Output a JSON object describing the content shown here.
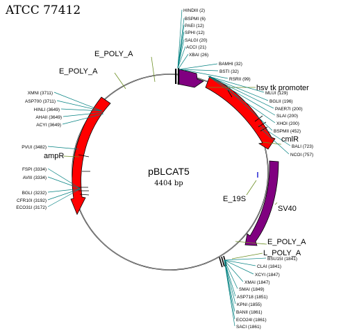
{
  "title": "ATCC 77412",
  "plasmid": {
    "name": "pBLCAT5",
    "size": "4404 bp"
  },
  "colors": {
    "backbone": "#b0b0b0",
    "red_feature": "#ff0000",
    "purple_feature": "#800080",
    "site_line": "#008080",
    "element_line": "#6b8e23",
    "blue_mark": "#0000cc"
  },
  "features": {
    "e_poly_a_top": "E_POLY_A",
    "e_poly_a_left": "E_POLY_A",
    "hsv_tk_promoter": "hsv tk promoter",
    "cmlr": "cmlR",
    "e_19s": "E_19S",
    "sv40": "SV40",
    "ampr": "ampR",
    "e_poly_a_lower": "E_POLY_A",
    "l_poly_a": "L_POLY_A"
  },
  "sites_top": [
    "HINDIII (2)",
    "BSPMI (6)",
    "PAEI (12)",
    "SPHI (12)",
    "SALGI (20)",
    "ACCI (21)",
    "XBAI (26)",
    "BAMHI (32)",
    "BSTI (32)",
    "RSRII (99)"
  ],
  "sites_right": [
    "MLUI (129)",
    "BGLII (196)",
    "PAER7I (200)",
    "SLAI (200)",
    "XHOI (200)",
    "BSPMII (452)",
    "BALI (723)",
    "NCOI (757)"
  ],
  "sites_bottom": [
    "BSU15I (1841)",
    "CLAI (1841)",
    "XCYI (1847)",
    "XMAI (1847)",
    "SMAI (1849)",
    "ASP718 (1851)",
    "KPNI (1855)",
    "BANII (1861)",
    "ECO24I (1861)",
    "SACI (1861)"
  ],
  "sites_left_upper": [
    "XMNI (3711)",
    "ASP700 (3711)",
    "HINLI (3649)",
    "AHAII (3649)",
    "ACYI (3649)"
  ],
  "sites_left_mid": [
    "PVUI (3482)"
  ],
  "sites_left_lower": [
    "FSPI (3334)",
    "AVIII (3334)",
    "BGLI (3232)",
    "CFR10I (3192)",
    "ECO31I (3172)"
  ]
}
